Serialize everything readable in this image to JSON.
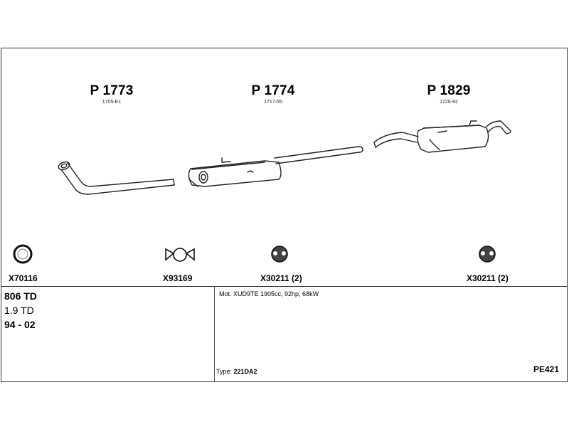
{
  "parts": [
    {
      "number": "P 1773",
      "sub": "1705-E1"
    },
    {
      "number": "P 1774",
      "sub": "1717-55"
    },
    {
      "number": "P 1829",
      "sub": "1726-92"
    }
  ],
  "components": [
    {
      "code": "X70116",
      "icon": "ring-gasket-icon"
    },
    {
      "code": "X93169",
      "icon": "clamp-icon"
    },
    {
      "code": "X30211 (2)",
      "icon": "rubber-mount-icon"
    },
    {
      "code": "X30211 (2)",
      "icon": "rubber-mount-icon"
    }
  ],
  "vehicle": {
    "model": "806 TD",
    "engine": "1.9 TD",
    "years": "94 - 02"
  },
  "motor_info": "Mot. XUD9TE 1905cc, 92hp, 68kW",
  "type_label": "Type:",
  "type_value": "221DA2",
  "code": "PE421"
}
